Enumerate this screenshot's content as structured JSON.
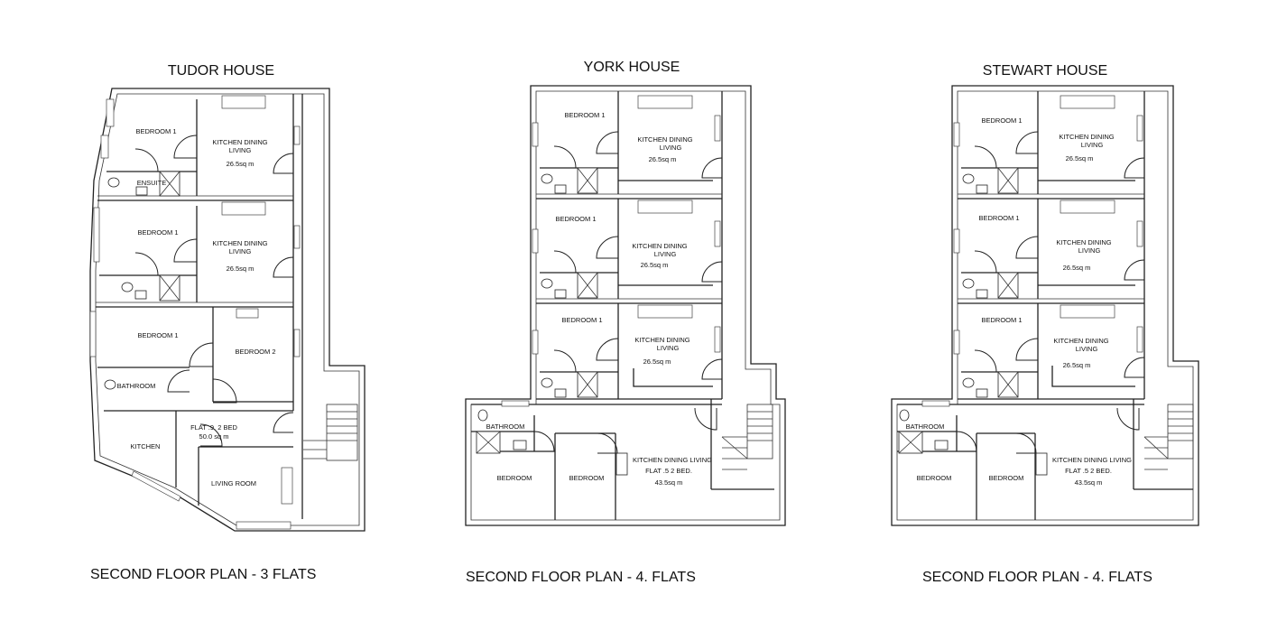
{
  "plans": [
    {
      "title": "TUDOR HOUSE",
      "caption": "SECOND FLOOR PLAN - 3 FLATS",
      "rooms": {
        "f1_bed": "BEDROOM 1",
        "f1_kdl_1": "KITCHEN DINING",
        "f1_kdl_2": "LIVING",
        "f1_area": "26.5sq m",
        "f1_ensuite": "ENSUITE",
        "f2_bed": "BEDROOM 1",
        "f2_kdl_1": "KITCHEN DINING",
        "f2_kdl_2": "LIVING",
        "f2_area": "26.5sq m",
        "f3_bed1": "BEDROOM 1",
        "f3_bed2": "BEDROOM 2",
        "f3_bath": "BATHROOM",
        "f3_flat": "FLAT .9. 2 BED",
        "f3_area": "50.0 sq m",
        "f3_kitchen": "KITCHEN",
        "f3_living": "LIVING ROOM"
      }
    },
    {
      "title": "YORK HOUSE",
      "caption": "SECOND FLOOR PLAN - 4. FLATS",
      "rooms": {
        "f1_bed": "BEDROOM 1",
        "f1_kdl_1": "KITCHEN DINING",
        "f1_kdl_2": "LIVING",
        "f1_area": "26.5sq m",
        "f2_bed": "BEDROOM 1",
        "f2_kdl_1": "KITCHEN DINING",
        "f2_kdl_2": "LIVING",
        "f2_area": "26.5sq m",
        "f3_bed": "BEDROOM 1",
        "f3_kdl_1": "KITCHEN DINING",
        "f3_kdl_2": "LIVING",
        "f3_area": "26.5sq m",
        "f4_bath": "BATHROOM",
        "f4_bed_a": "BEDROOM",
        "f4_bed_b": "BEDROOM",
        "f4_kdl": "KITCHEN DINING LIVING",
        "f4_flat": "FLAT .5 2 BED.",
        "f4_area": "43.5sq m"
      }
    },
    {
      "title": "STEWART HOUSE",
      "caption": "SECOND FLOOR PLAN - 4. FLATS",
      "rooms": {
        "f1_bed": "BEDROOM 1",
        "f1_kdl_1": "KITCHEN DINING",
        "f1_kdl_2": "LIVING",
        "f1_area": "26.5sq m",
        "f2_bed": "BEDROOM 1",
        "f2_kdl_1": "KITCHEN DINING",
        "f2_kdl_2": "LIVING",
        "f2_area": "26.5sq m",
        "f3_bed": "BEDROOM 1",
        "f3_kdl_1": "KITCHEN DINING",
        "f3_kdl_2": "LIVING",
        "f3_area": "26.5sq m",
        "f4_bath": "BATHROOM",
        "f4_bed_a": "BEDROOM",
        "f4_bed_b": "BEDROOM",
        "f4_kdl": "KITCHEN DINING LIVING",
        "f4_flat": "FLAT .5 2 BED.",
        "f4_area": "43.5sq m"
      }
    }
  ]
}
